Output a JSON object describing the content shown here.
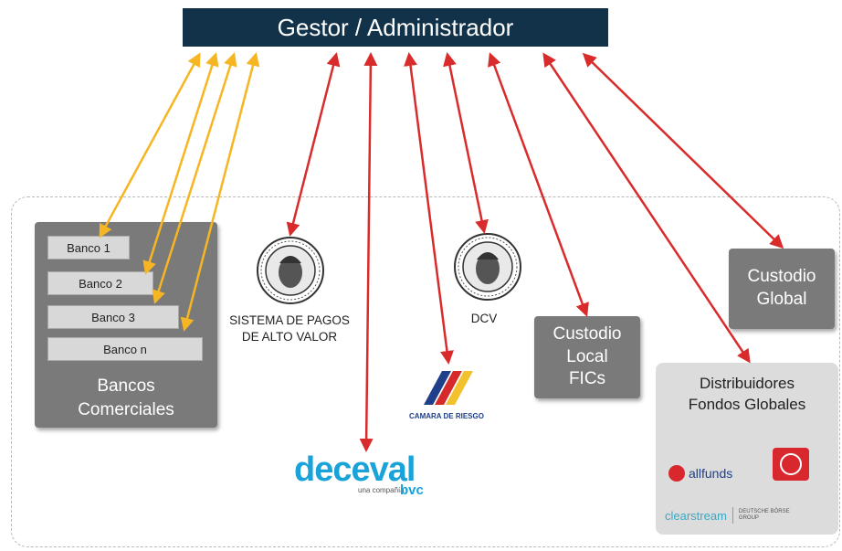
{
  "header": {
    "title": "Gestor / Administrador"
  },
  "bancos": {
    "items": [
      "Banco 1",
      "Banco 2",
      "Banco 3",
      "Banco n"
    ],
    "title_line1": "Bancos",
    "title_line2": "Comerciales"
  },
  "sistema_pagos": {
    "line1": "SISTEMA DE PAGOS",
    "line2": "DE ALTO VALOR"
  },
  "dcv": {
    "label": "DCV"
  },
  "camara": {
    "label": "CAMARA DE RIESGO"
  },
  "deceval": {
    "logo_text": "deceval",
    "sub_text": "una compañía",
    "sub_brand": "bvc"
  },
  "custodio_local": {
    "line1": "Custodio",
    "line2": "Local",
    "line3": "FICs"
  },
  "custodio_global": {
    "line1": "Custodio",
    "line2": "Global"
  },
  "distribuidores": {
    "line1": "Distribuidores",
    "line2": "Fondos Globales",
    "allfunds": "allfunds",
    "clearstream": "clearstream",
    "deutsche1": "DEUTSCHE BÖRSE",
    "deutsche2": "GROUP"
  },
  "colors": {
    "yellow_arrow": "#f6b623",
    "red_arrow": "#d92b2b",
    "header_bg": "#12324a",
    "box_gray": "#7a7a7a"
  }
}
